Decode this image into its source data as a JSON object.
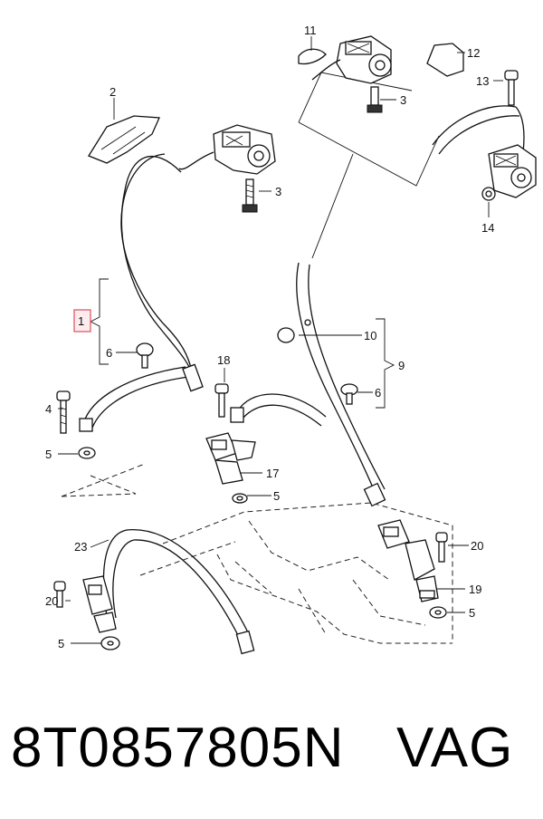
{
  "callouts": {
    "c1": "1",
    "c2": "2",
    "c3a": "3",
    "c3b": "3",
    "c4": "4",
    "c5a": "5",
    "c5b": "5",
    "c5c": "5",
    "c5d": "5",
    "c6a": "6",
    "c6b": "6",
    "c9": "9",
    "c10": "10",
    "c11": "11",
    "c12": "12",
    "c13": "13",
    "c14": "14",
    "c17": "17",
    "c18": "18",
    "c19": "19",
    "c20a": "20",
    "c20b": "20",
    "c23": "23"
  },
  "highlight_color": "#e05a6a",
  "footer": {
    "part_number": "8T0857805N",
    "brand": "VAG"
  }
}
